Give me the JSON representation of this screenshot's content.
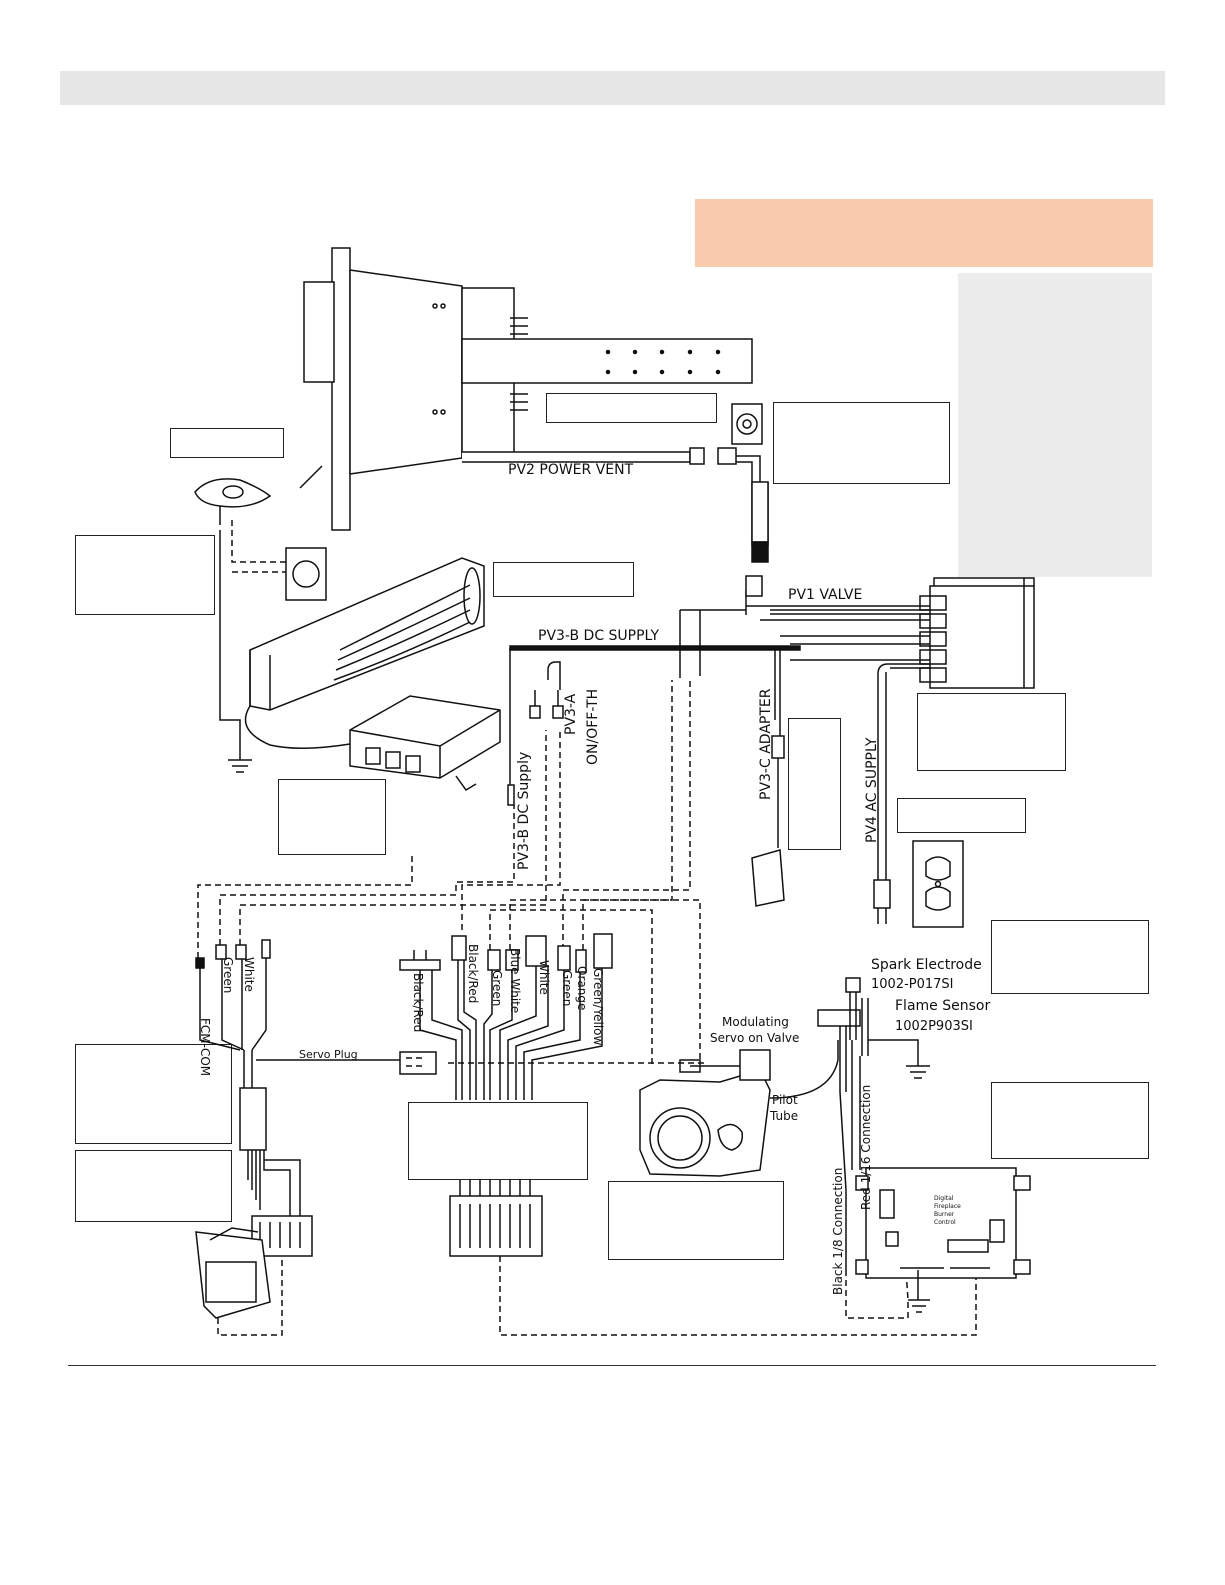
{
  "labels": {
    "pv2": "PV2 POWER VENT",
    "pv1": "PV1 VALVE",
    "pv3b": "PV3-B DC SUPPLY",
    "pv3b_vertical": "PV3-B DC Supply",
    "pv3a": "PV3-A",
    "onoff": "ON/OFF-TH",
    "pv3c": "PV3-C ADAPTER",
    "pv4": "PV4 AC SUPPLY",
    "fcm_com": "FCM-COM",
    "green": "Green",
    "white": "White",
    "servo_plug": "Servo Plug",
    "black_red": "Black/Red",
    "blue_white": "Blue White",
    "orange": "Orange",
    "green_yellow": "Green/Yellow",
    "spark_electrode": "Spark Electrode",
    "spark_part": "1002-P017SI",
    "flame_sensor": "Flame Sensor",
    "flame_part": "1002P903SI",
    "modulating": "Modulating",
    "servo_on_valve": "Servo on Valve",
    "pilot": "Pilot",
    "tube": "Tube",
    "red_conn": "Red 1/16 Connection",
    "black_conn": "Black 1/8 Connection",
    "board_line1": "Digital",
    "board_line2": "Fireplace",
    "board_line3": "Burner",
    "board_line4": "Control"
  },
  "colors": {
    "header_bar": "#e6e6e6",
    "warning_box": "#f8cbac",
    "side_panel": "#ececec",
    "line": "#111111"
  }
}
